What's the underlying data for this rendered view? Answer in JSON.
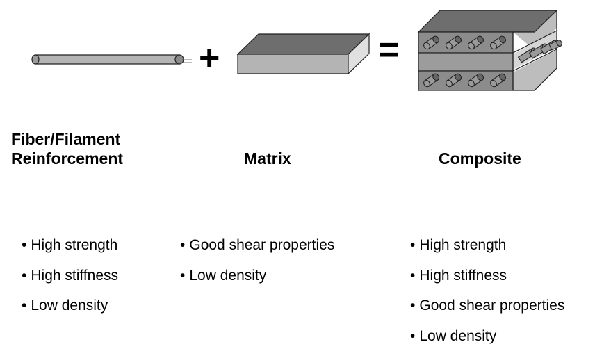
{
  "operators": {
    "plus": "+",
    "equals": "="
  },
  "columns": [
    {
      "id": "fiber",
      "heading_lines": [
        "Fiber/Filament",
        "Reinforcement"
      ],
      "properties": [
        "High strength",
        "High stiffness",
        "Low density"
      ]
    },
    {
      "id": "matrix",
      "heading_lines": [
        "Matrix"
      ],
      "properties": [
        "Good shear properties",
        "Low density"
      ]
    },
    {
      "id": "composite",
      "heading_lines": [
        "Composite"
      ],
      "properties": [
        "High strength",
        "High stiffness",
        "Good shear properties",
        "Low density"
      ]
    }
  ],
  "colors": {
    "fiber_fill": "#b4b4b4",
    "matrix_top": "#6e6e6e",
    "matrix_front": "#b4b4b4",
    "matrix_side": "#e0e0e0",
    "outline": "#222222"
  }
}
